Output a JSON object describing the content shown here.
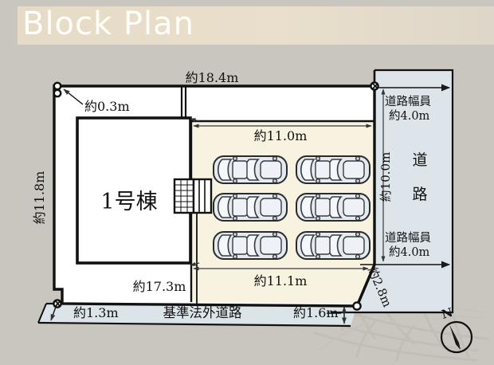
{
  "header": {
    "title": "Block Plan",
    "band_color": "#e7dcc8",
    "title_color": "#fffdf8"
  },
  "canvas": {
    "background_color": "#c9c6c0",
    "watermark": "leaf-branch-pattern"
  },
  "site": {
    "parcel_fill": "#ffffff",
    "parking_fill": "#f7f2de",
    "road_fill": "#dde5ea",
    "outline_color": "#1a1a1a"
  },
  "building": {
    "label": "1号棟",
    "fill": "#ffffff",
    "stair_icon": "stair-grid"
  },
  "parking": {
    "stall_count": 6,
    "rows": 3,
    "columns": 2,
    "car_fill": "#dfe6ef"
  },
  "dimensions": {
    "top_overall": "約18.4m",
    "top_left_offset": "約0.3m",
    "left_depth": "約11.8m",
    "parking_top": "約11.0m",
    "parking_bottom": "約11.1m",
    "parcel_bottom": "約17.3m",
    "bottom_left": "約1.3m",
    "bottom_right": "約1.6m",
    "diagonal": "約2.8m",
    "road_depth": "約10.0m"
  },
  "roads": {
    "east": {
      "width_label_line1": "道路幅員",
      "width_label_line2": "約4.0m",
      "name_char_1": "道",
      "name_char_2": "路"
    },
    "southeast": {
      "width_label_line1": "道路幅員",
      "width_label_line2": "約4.0m"
    },
    "south": {
      "name": "基準法外道路"
    }
  },
  "compass": {
    "label": "N",
    "name": "compass-rose"
  }
}
